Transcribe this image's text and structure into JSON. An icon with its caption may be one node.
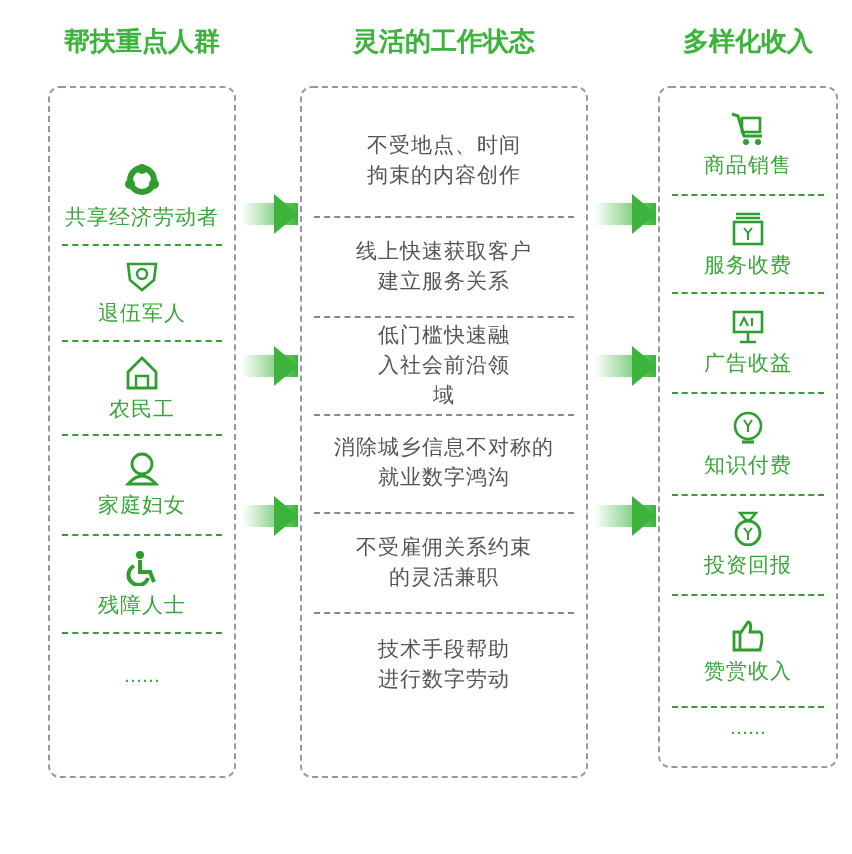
{
  "diagram": {
    "nodes": [
      {
        "text": [
          "帮扶重点人群"
        ]
      },
      {
        "text": [
          "共享经济劳动者"
        ],
        "in": 0
      },
      {
        "text": [
          "退伍军人"
        ],
        "in": 0
      },
      {
        "text": [
          "农民工"
        ],
        "in": 0
      },
      {
        "text": [
          "家庭妇女"
        ],
        "in": 0
      },
      {
        "text": [
          "残障人士"
        ],
        "in": 0
      },
      {
        "text": [
          "……"
        ],
        "in": 0
      },
      {
        "text": [
          "灵活的工作状态"
        ]
      },
      {
        "text": [
          "不受地点、时间拘束的内容创作"
        ],
        "in": 7
      },
      {
        "text": [
          "线上快速获取客户建立服务关系"
        ],
        "in": 7
      },
      {
        "text": [
          "低门槛快速融入社会前沿领域"
        ],
        "in": 7
      },
      {
        "text": [
          "消除城乡信息不对称的就业数字鸿沟"
        ],
        "in": 7
      },
      {
        "text": [
          "不受雇佣关系约束的灵活兼职"
        ],
        "in": 7
      },
      {
        "text": [
          "技术手段帮助进行数字劳动"
        ],
        "in": 7
      },
      {
        "text": [
          "多样化收入"
        ]
      },
      {
        "text": [
          "商品销售"
        ],
        "in": 14
      },
      {
        "text": [
          "服务收费"
        ],
        "in": 14
      },
      {
        "text": [
          "广告收益"
        ],
        "in": 14
      },
      {
        "text": [
          "知识付费"
        ],
        "in": 14
      },
      {
        "text": [
          "投资回报"
        ],
        "in": 14
      },
      {
        "text": [
          "赞赏收入"
        ],
        "in": 14
      },
      {
        "text": [
          "……"
        ],
        "in": 14
      }
    ],
    "edges": [
      {
        "from": 0,
        "to": 7,
        "arrow": "to"
      },
      {
        "from": 0,
        "to": 7,
        "arrow": "to"
      },
      {
        "from": 0,
        "to": 7,
        "arrow": "to"
      },
      {
        "from": 7,
        "to": 14,
        "arrow": "to"
      },
      {
        "from": 7,
        "to": 14,
        "arrow": "to"
      },
      {
        "from": 7,
        "to": 14,
        "arrow": "to"
      }
    ]
  }
}
